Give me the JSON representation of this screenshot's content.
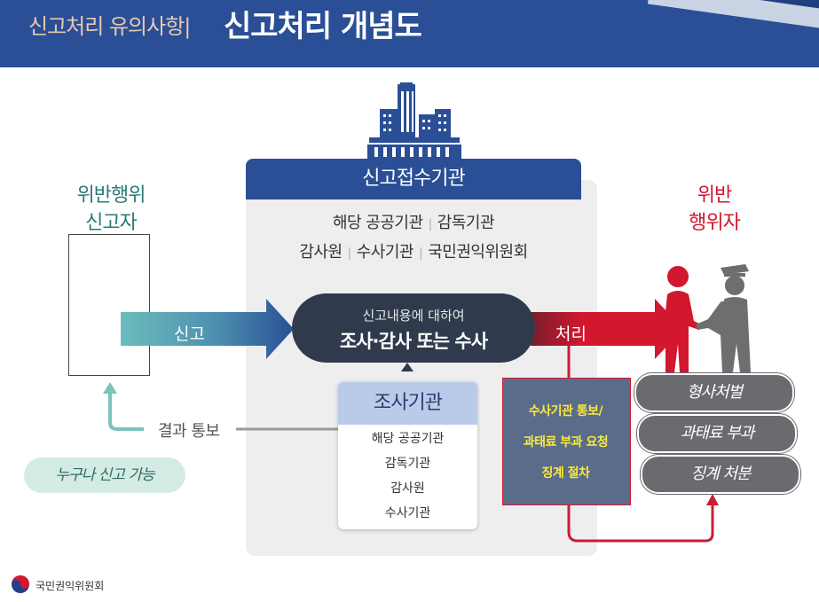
{
  "header": {
    "subtitle": "신고처리  유의사항|",
    "title": "신고처리 개념도"
  },
  "reporter": {
    "label_line1": "위반행위",
    "label_line2": "신고자"
  },
  "violator": {
    "label_line1": "위반",
    "label_line2": "행위자"
  },
  "receiving": {
    "title": "신고접수기관",
    "orgs_line1": [
      "해당 공공기관",
      "감독기관"
    ],
    "orgs_line2": [
      "감사원",
      "수사기관",
      "국민권익위원회"
    ]
  },
  "flow": {
    "report_label": "신고",
    "process_label": "처리",
    "center_line1": "신고내용에 대하여",
    "center_line2": "조사·감사 또는 수사",
    "result_label": "결과 통보"
  },
  "investigating": {
    "title": "조사기관",
    "items": [
      "해당 공공기관",
      "감독기관",
      "감사원",
      "수사기관"
    ]
  },
  "notify": {
    "items": [
      "수사기관 통보/",
      "과태료 부과 요청",
      "징계 절차"
    ]
  },
  "sanctions": [
    "형사처벌",
    "과태료 부과",
    "징계 처분"
  ],
  "anyone_badge": "누구나 신고 가능",
  "footer": {
    "org_name": "국민권익위원회"
  },
  "colors": {
    "header_bg": "#2a4f96",
    "teal": "#5fb3b3",
    "red": "#d3172e",
    "dark_pill": "#2f3a4d",
    "yellow_text": "#ffe83a"
  }
}
